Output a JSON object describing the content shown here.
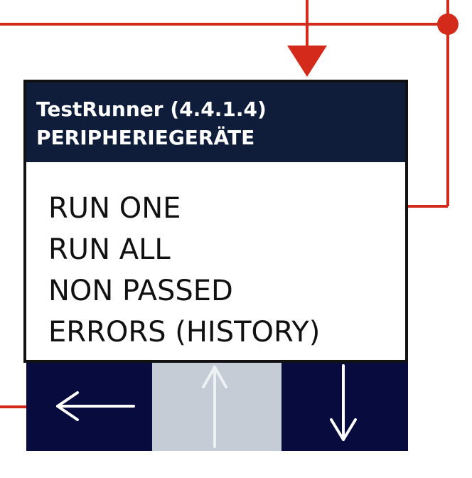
{
  "device": {
    "title": "TestRunner (4.4.1.4)",
    "subtitle": "PERIPHERIEGERÄTE"
  },
  "menu": {
    "items": [
      {
        "label": "RUN ONE",
        "selected": true
      },
      {
        "label": "RUN ALL"
      },
      {
        "label": "NON PASSED"
      },
      {
        "label": "ERRORS (HISTORY)"
      }
    ]
  },
  "nav": {
    "buttons": [
      {
        "icon": "left-arrow-icon",
        "active": false
      },
      {
        "icon": "up-arrow-icon",
        "active": true
      },
      {
        "icon": "down-arrow-icon",
        "active": false
      }
    ]
  },
  "colors": {
    "connector": "#d42a1c",
    "header_bg": "#0f1d3a",
    "nav_bg": "#080b3d",
    "nav_active_bg": "#c5ccd6"
  }
}
